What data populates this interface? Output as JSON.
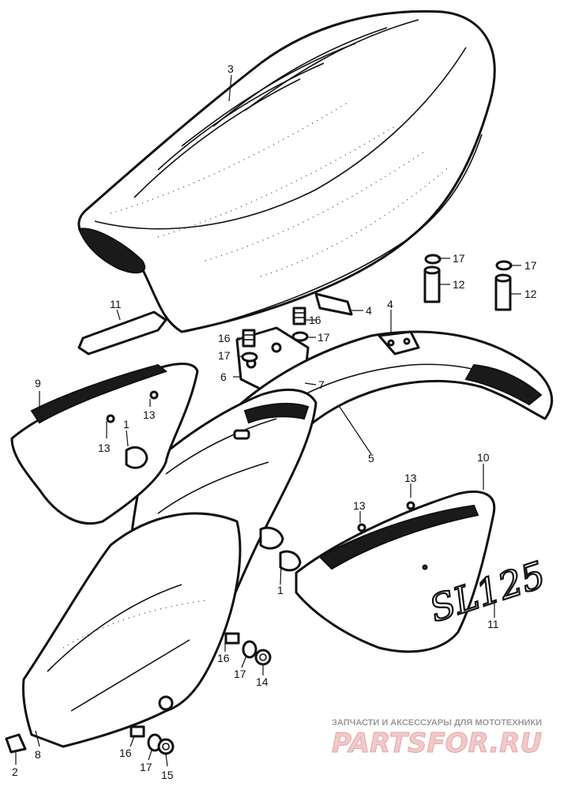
{
  "callouts": {
    "c3": "3",
    "c17a": "17",
    "c12a": "12",
    "c17b": "17",
    "c12b": "12",
    "c11a": "11",
    "c4a": "4",
    "c16a": "16",
    "c4b": "4",
    "c16b": "16",
    "c17c": "17",
    "c17d": "17",
    "c6": "6",
    "c7": "7",
    "c9": "9",
    "c13a": "13",
    "c13b": "13",
    "c1a": "1",
    "c5": "5",
    "c10": "10",
    "c13c": "13",
    "c13d": "13",
    "c1b": "1",
    "c11b": "11",
    "c16c": "16",
    "c17e": "17",
    "c14": "14",
    "c2": "2",
    "c8": "8",
    "c16d": "16",
    "c17f": "17",
    "c15": "15"
  },
  "emblem_text": "SL125",
  "watermark": {
    "top": "ЗАПЧАСТИ И АКСЕССУАРЫ ДЛЯ МОТОТЕХНИКИ",
    "brand": "PARTSFOR.RU"
  }
}
